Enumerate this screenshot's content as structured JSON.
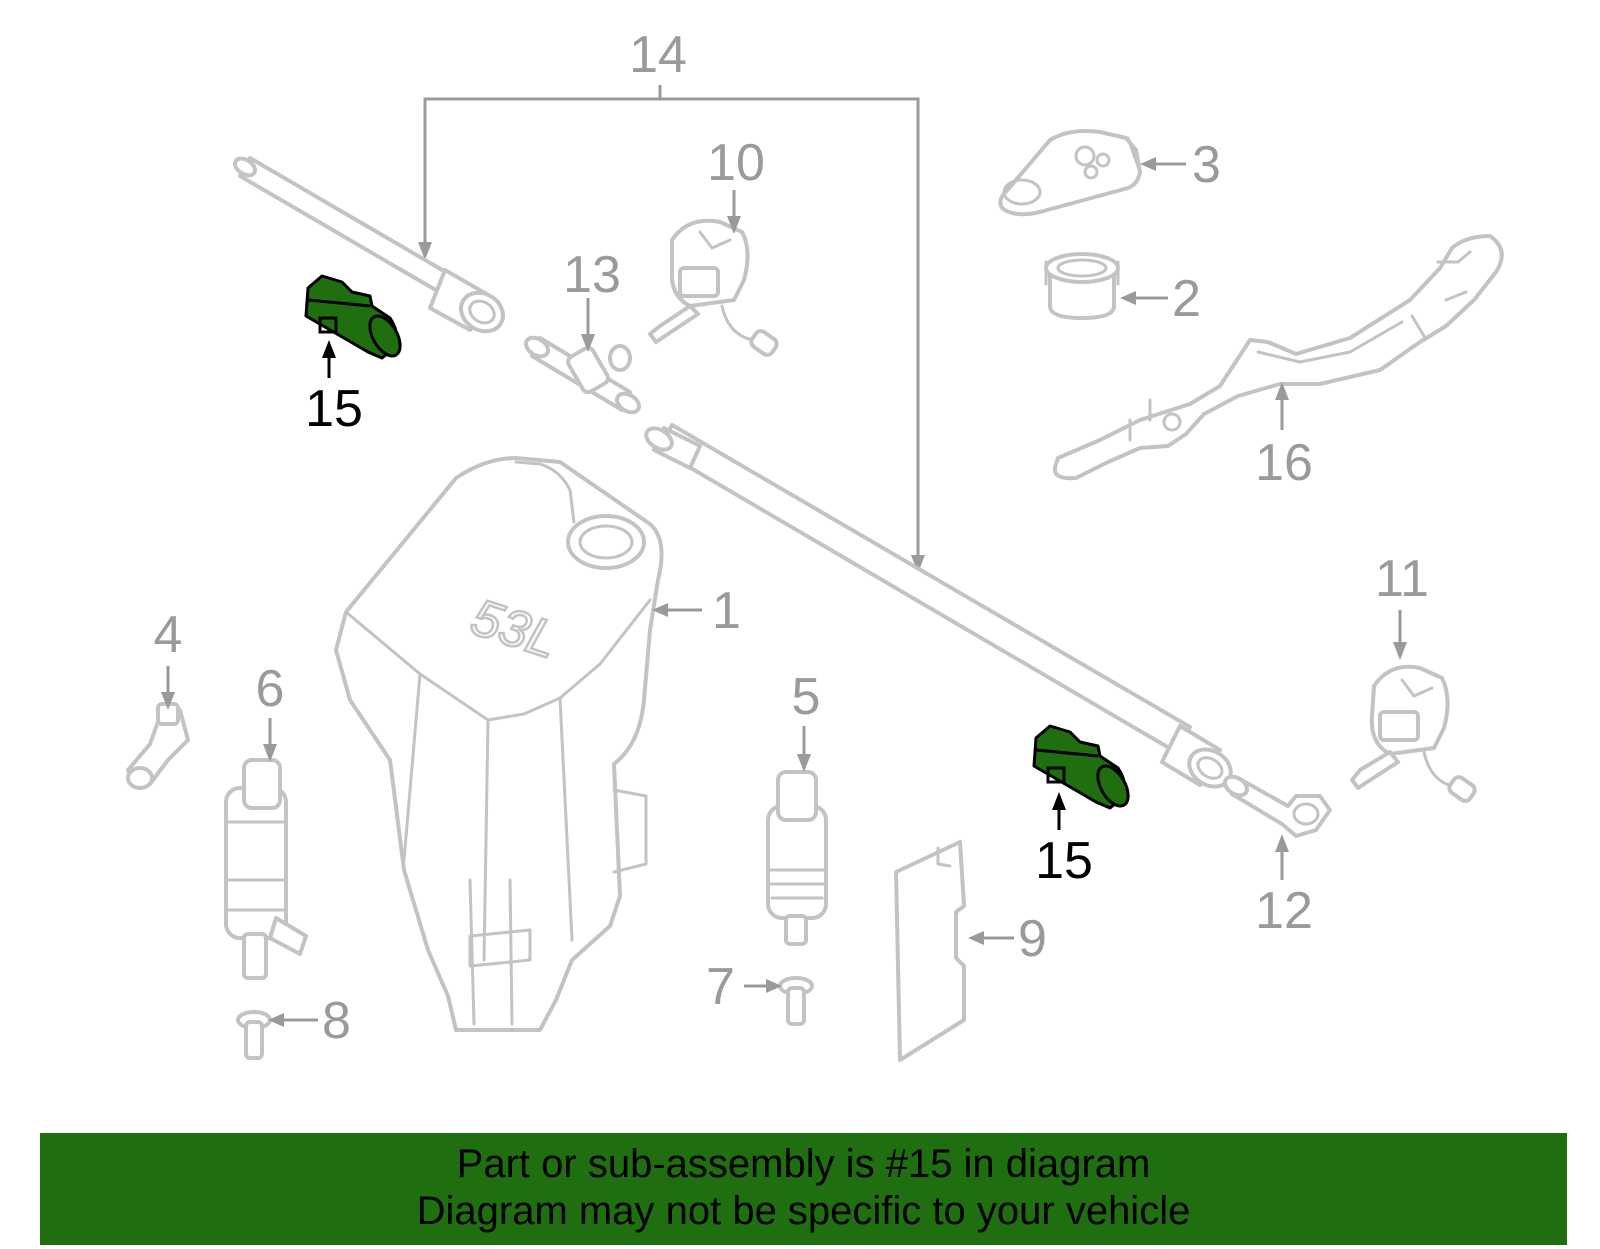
{
  "diagram": {
    "callouts": {
      "c1": "1",
      "c2": "2",
      "c3": "3",
      "c4": "4",
      "c5": "5",
      "c6": "6",
      "c7": "7",
      "c8": "8",
      "c9": "9",
      "c10": "10",
      "c11": "11",
      "c12": "12",
      "c13": "13",
      "c14": "14",
      "c15a": "15",
      "c15b": "15",
      "c16": "16"
    },
    "tank_embossing": "53L",
    "highlighted_part": "15",
    "colors": {
      "highlight": "#1f6e10",
      "outline": "#c3c3c3",
      "leader": "#9a9a9a",
      "highlight_text": "#000000"
    }
  },
  "banner": {
    "line1": "Part or sub-assembly is #15 in diagram",
    "line2": "Diagram may not be specific to your vehicle"
  }
}
